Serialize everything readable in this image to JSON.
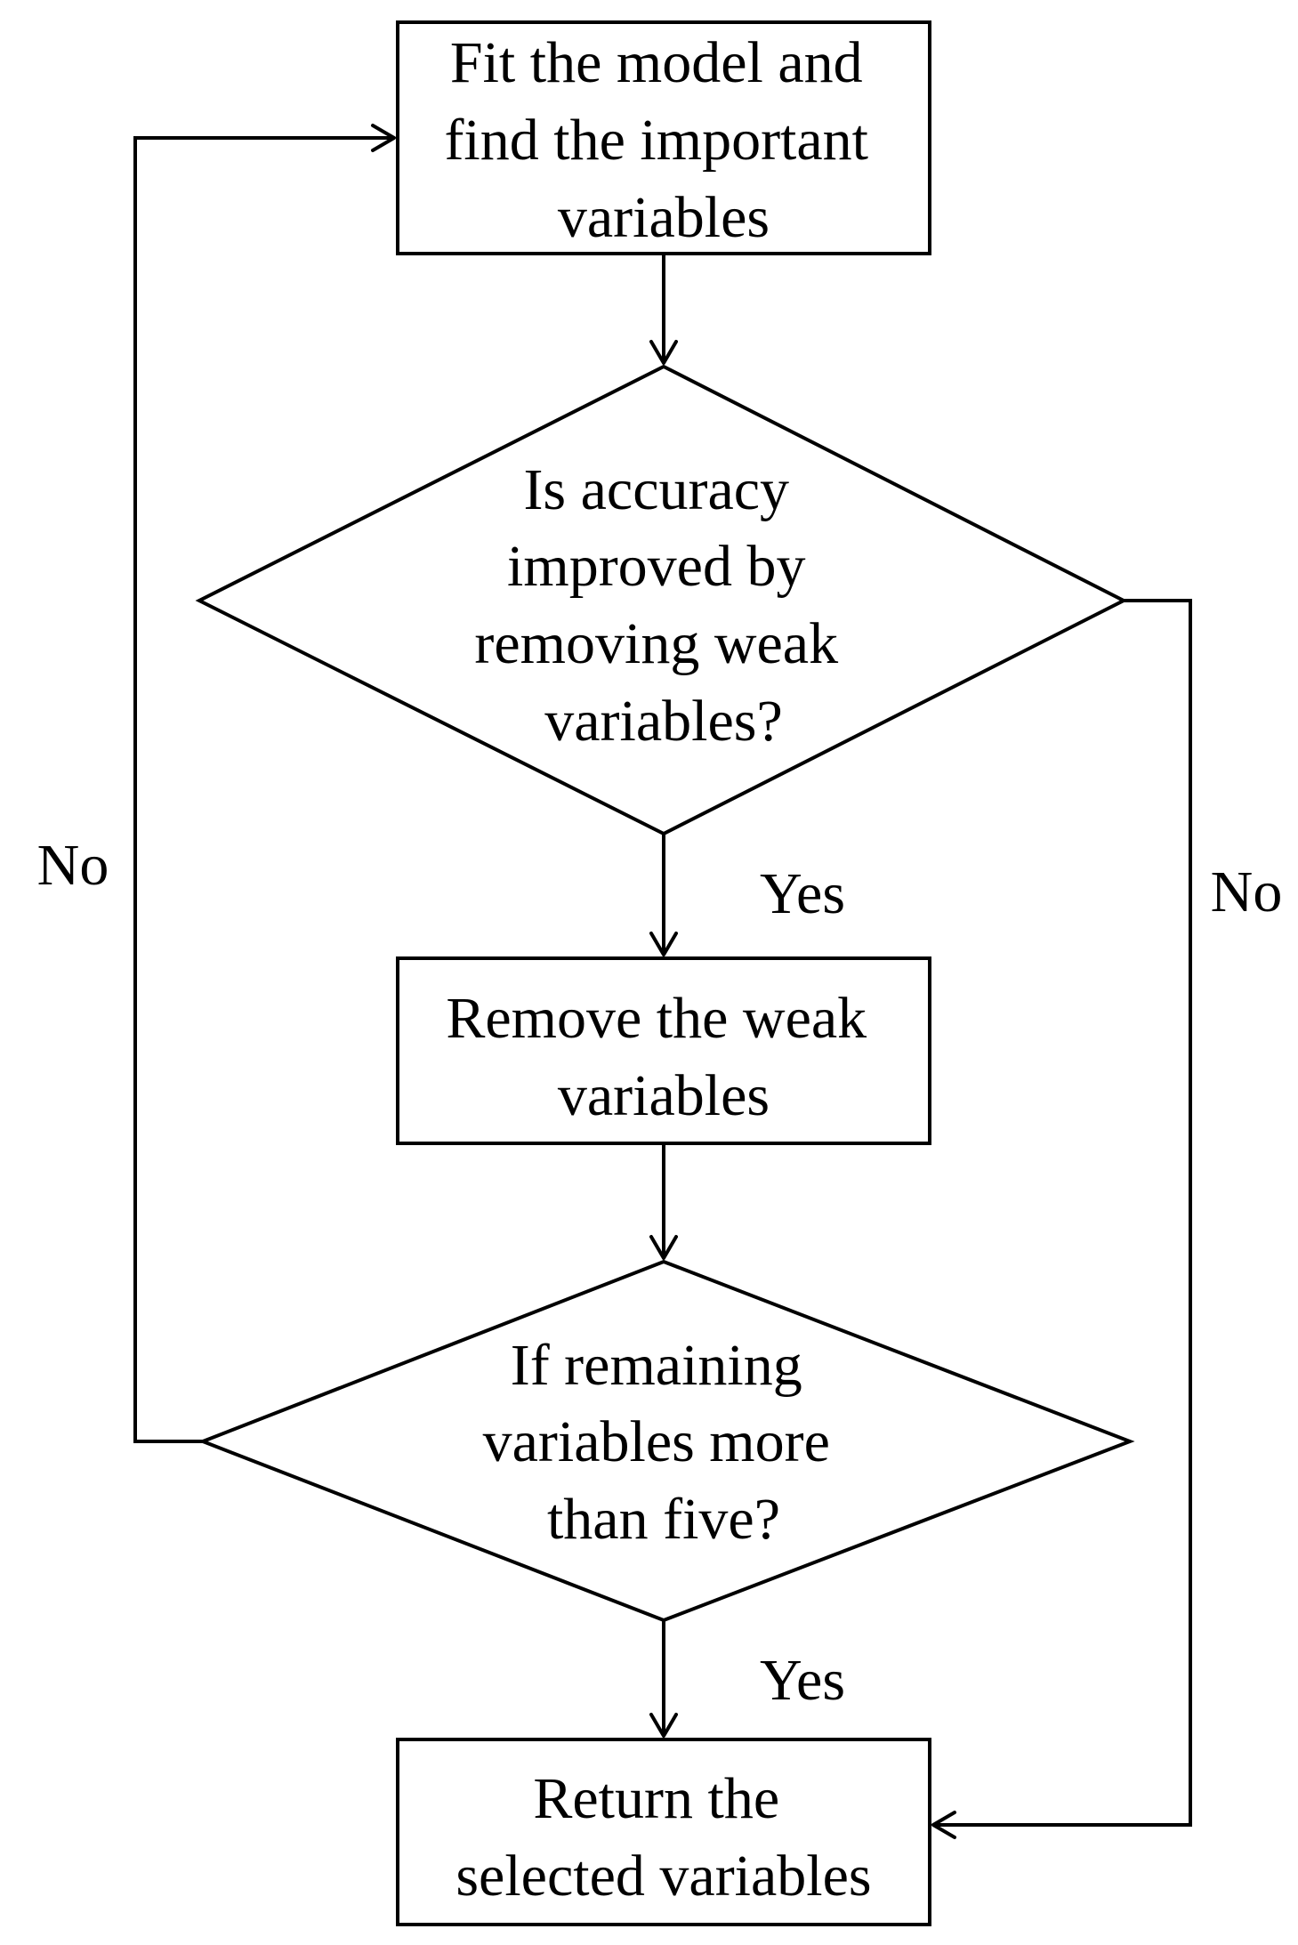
{
  "nodes": {
    "fit_model": {
      "lines": [
        "Fit the model and",
        "find the important",
        "variables"
      ]
    },
    "accuracy_decision": {
      "lines": [
        "Is accuracy",
        "improved by",
        "removing weak",
        "variables?"
      ]
    },
    "remove_weak": {
      "lines": [
        "Remove the weak",
        "variables"
      ]
    },
    "remaining_decision": {
      "lines": [
        "If remaining",
        "variables more",
        "than five?"
      ]
    },
    "return_selected": {
      "lines": [
        "Return the",
        "selected variables"
      ]
    }
  },
  "edge_labels": {
    "accuracy_yes": "Yes",
    "accuracy_no": "No",
    "remaining_yes": "Yes",
    "remaining_no": "No"
  }
}
